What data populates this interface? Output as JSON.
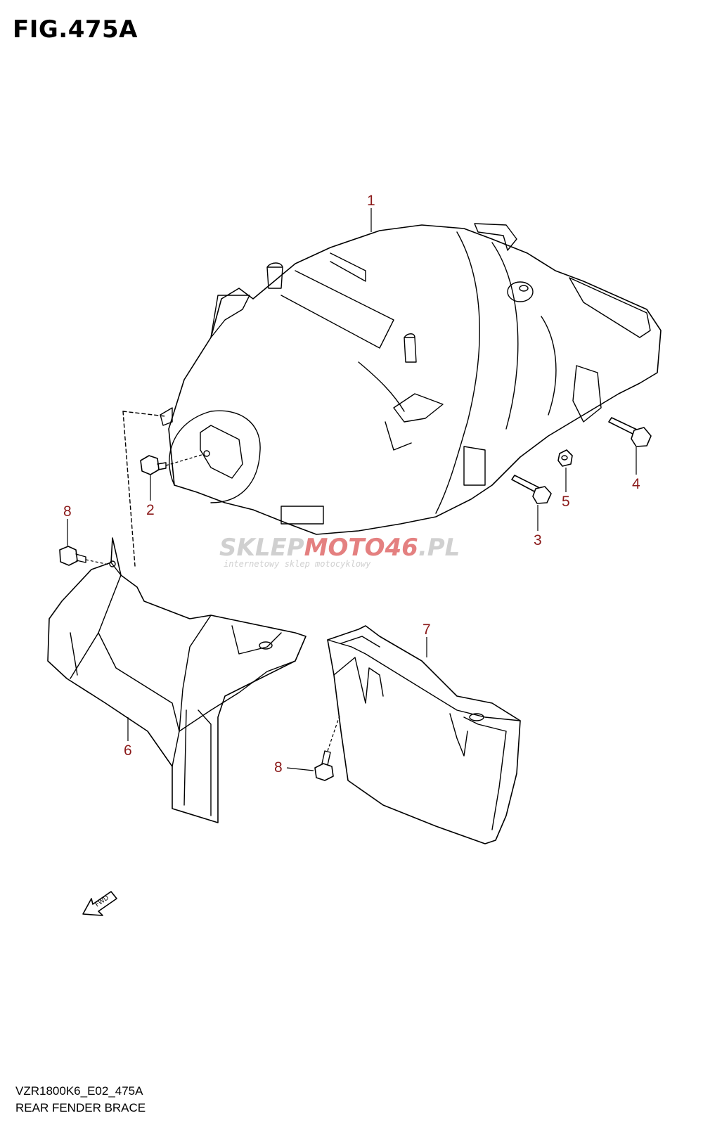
{
  "figure": {
    "title": "FIG.475A"
  },
  "callouts": [
    {
      "id": "1",
      "label": "1"
    },
    {
      "id": "2",
      "label": "2"
    },
    {
      "id": "3",
      "label": "3"
    },
    {
      "id": "4",
      "label": "4"
    },
    {
      "id": "5",
      "label": "5"
    },
    {
      "id": "6",
      "label": "6"
    },
    {
      "id": "7",
      "label": "7"
    },
    {
      "id": "8a",
      "label": "8"
    },
    {
      "id": "8b",
      "label": "8"
    }
  ],
  "watermark": {
    "brand_left": "SKLEP",
    "brand_mid": "MOTO",
    "brand_num": "46",
    "brand_tld": ".PL",
    "tagline": "internetowy sklep motocyklowy"
  },
  "fwd_label": "FWD",
  "footer": {
    "code": "VZR1800K6_E02_475A",
    "caption": "REAR FENDER BRACE"
  },
  "colors": {
    "callout": "#8b1a1a",
    "watermark_grey": "#c8c8c8",
    "watermark_red": "#e06a6a"
  }
}
